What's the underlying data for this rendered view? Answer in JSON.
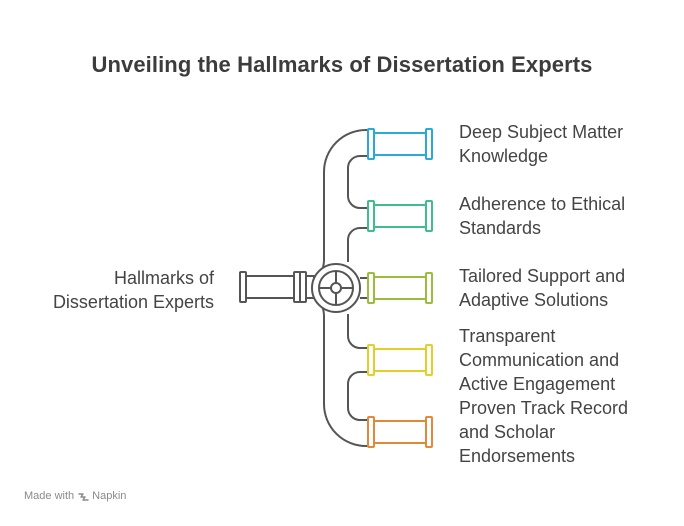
{
  "title": "Unveiling the Hallmarks of Dissertation Experts",
  "hub": {
    "label_lines": [
      "Hallmarks of",
      "Dissertation Experts"
    ]
  },
  "items": [
    {
      "label_lines": [
        "Deep Subject Matter",
        "Knowledge"
      ],
      "color": "#2aa9d6"
    },
    {
      "label_lines": [
        "Adherence to Ethical",
        "Standards"
      ],
      "color": "#3cbf8c"
    },
    {
      "label_lines": [
        "Tailored Support and",
        "Adaptive Solutions"
      ],
      "color": "#9bbd3e"
    },
    {
      "label_lines": [
        "Transparent",
        "Communication and",
        "Active Engagement"
      ],
      "color": "#e3cf2a"
    },
    {
      "label_lines": [
        "Proven Track Record",
        "and Scholar",
        "Endorsements"
      ],
      "color": "#e0893a"
    }
  ],
  "pipe_color": "#555555",
  "footer": {
    "made_with": "Made with",
    "brand": "Napkin",
    "brand_icon": "napkin-logo-icon"
  }
}
